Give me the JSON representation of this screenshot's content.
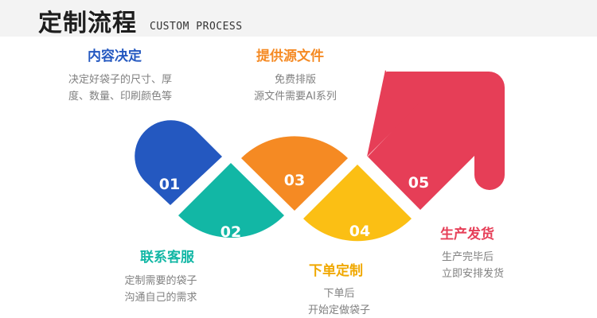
{
  "header": {
    "title": "定制流程",
    "subtitle": "CUSTOM PROCESS"
  },
  "colors": {
    "step1": "#2458c0",
    "step2": "#12b7a5",
    "step3": "#f58a23",
    "step4": "#fbbf14",
    "step5": "#e63e57",
    "header_band": "#f3f3f3"
  },
  "steps": [
    {
      "number": "01",
      "title": "内容决定",
      "desc_line1": "决定好袋子的尺寸、厚",
      "desc_line2": "度、数量、印刷颜色等"
    },
    {
      "number": "02",
      "title": "联系客服",
      "desc_line1": "定制需要的袋子",
      "desc_line2": "沟通自己的需求"
    },
    {
      "number": "03",
      "title": "提供源文件",
      "desc_line1": "免费排版",
      "desc_line2": "源文件需要AI系列"
    },
    {
      "number": "04",
      "title": "下单定制",
      "desc_line1": "下单后",
      "desc_line2": "开始定做袋子"
    },
    {
      "number": "05",
      "title": "生产发货",
      "desc_line1": "生产完毕后",
      "desc_line2": "立即安排发货"
    }
  ]
}
